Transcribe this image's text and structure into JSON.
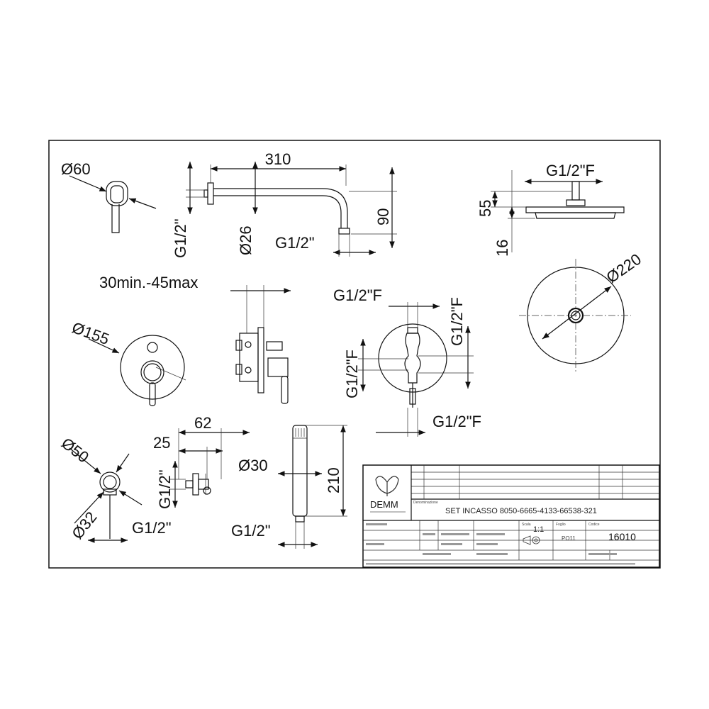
{
  "drawing": {
    "shower_arm": {
      "length": "310",
      "diameter": "Ø26",
      "thread_wall": "G1/2\"",
      "thread_end": "G1/2\"",
      "drop": "90"
    },
    "wall_flange": {
      "diameter": "Ø60"
    },
    "head_side": {
      "thread": "G1/2\"F",
      "height": "55",
      "thickness": "16"
    },
    "head_top": {
      "diameter": "Ø220"
    },
    "mixer": {
      "depth": "30min.-45max",
      "plate_diameter": "Ø155"
    },
    "mixer_ports": {
      "top": "G1/2\"F",
      "right": "G1/2\"F",
      "left": "G1/2\"F",
      "bottom": "G1/2\"F"
    },
    "outlet": {
      "d_outer": "Ø50",
      "d_inner": "Ø32",
      "thread": "G1/2\"",
      "width": "62",
      "depth": "25",
      "side_thread": "G1/2\""
    },
    "hand_shower": {
      "diameter": "Ø30",
      "length": "210",
      "thread": "G1/2\""
    }
  },
  "title_block": {
    "brand": "DEMM",
    "description_label": "Denominazione",
    "description": "SET INCASSO 8050-6665-4133-66538-321",
    "scale_label": "Scala",
    "scale": "1:1",
    "sheet_label": "Foglio",
    "sheet": "PO11",
    "code_label": "Codice",
    "code": "16010"
  }
}
